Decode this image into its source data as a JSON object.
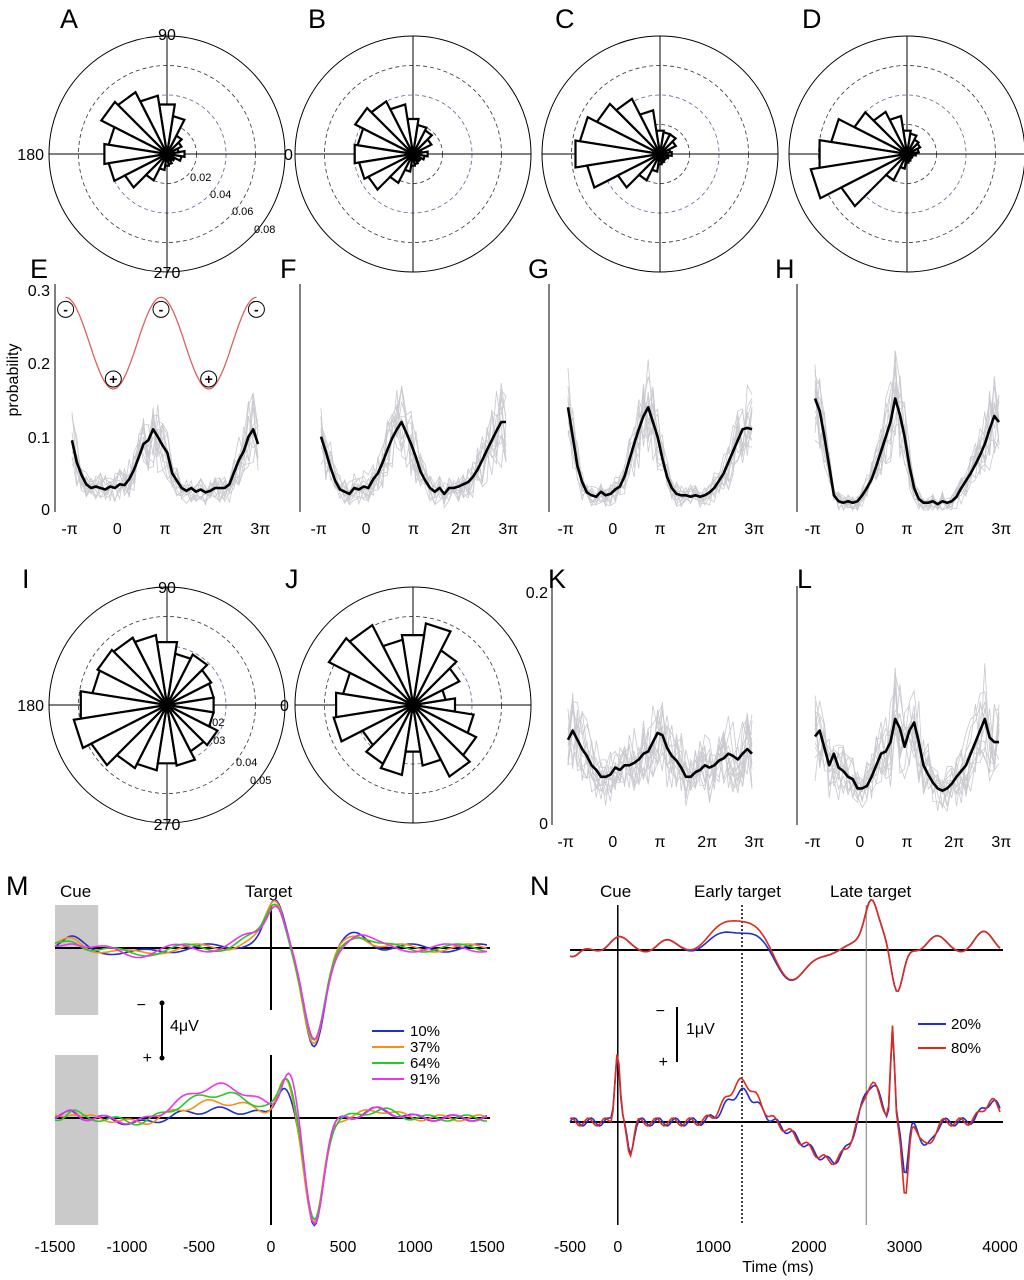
{
  "panel_letters": [
    "A",
    "B",
    "C",
    "D",
    "E",
    "F",
    "G",
    "H",
    "I",
    "J",
    "K",
    "L",
    "M",
    "N"
  ],
  "chart_data": [
    {
      "panel": "A",
      "type": "polar-histogram",
      "angle_labels": [
        "90",
        "180",
        "0",
        "270"
      ],
      "radial_ticks": [
        "0.02",
        "0.04",
        "0.06",
        "0.08"
      ],
      "rlim": [
        0,
        0.08
      ],
      "bins_deg": [
        0,
        18,
        36,
        54,
        72,
        90,
        108,
        126,
        144,
        162,
        180,
        198,
        216,
        234,
        252,
        270,
        288,
        306,
        324,
        342
      ],
      "values": [
        0.012,
        0.008,
        0.011,
        0.014,
        0.026,
        0.034,
        0.04,
        0.047,
        0.05,
        0.04,
        0.043,
        0.04,
        0.032,
        0.02,
        0.011,
        0.008,
        0.007,
        0.005,
        0.006,
        0.01
      ]
    },
    {
      "panel": "B",
      "type": "polar-histogram",
      "rlim": [
        0,
        0.08
      ],
      "bins_deg": [
        0,
        18,
        36,
        54,
        72,
        90,
        108,
        126,
        144,
        162,
        180,
        198,
        216,
        234,
        252,
        270,
        288,
        306,
        324,
        342
      ],
      "values": [
        0.01,
        0.006,
        0.014,
        0.018,
        0.02,
        0.024,
        0.034,
        0.04,
        0.044,
        0.038,
        0.04,
        0.037,
        0.034,
        0.022,
        0.012,
        0.008,
        0.007,
        0.006,
        0.006,
        0.008
      ]
    },
    {
      "panel": "C",
      "type": "polar-histogram",
      "rlim": [
        0,
        0.08
      ],
      "bins_deg": [
        0,
        18,
        36,
        54,
        72,
        90,
        108,
        126,
        144,
        162,
        180,
        198,
        216,
        234,
        252,
        270,
        288,
        306,
        324,
        342
      ],
      "values": [
        0.008,
        0.007,
        0.012,
        0.015,
        0.015,
        0.016,
        0.03,
        0.042,
        0.048,
        0.055,
        0.058,
        0.05,
        0.032,
        0.02,
        0.012,
        0.007,
        0.006,
        0.005,
        0.005,
        0.006
      ]
    },
    {
      "panel": "D",
      "type": "polar-histogram",
      "rlim": [
        0,
        0.08
      ],
      "bins_deg": [
        0,
        18,
        36,
        54,
        72,
        90,
        108,
        126,
        144,
        162,
        180,
        198,
        216,
        234,
        252,
        270,
        288,
        306,
        324,
        342
      ],
      "values": [
        0.006,
        0.008,
        0.01,
        0.011,
        0.014,
        0.016,
        0.026,
        0.032,
        0.04,
        0.052,
        0.06,
        0.066,
        0.05,
        0.02,
        0.01,
        0.006,
        0.005,
        0.004,
        0.004,
        0.004
      ]
    },
    {
      "panel": "E",
      "type": "line",
      "ylabel": "probability",
      "ylim": [
        0,
        0.3
      ],
      "yticks": [
        "0",
        "0.1",
        "0.2",
        "0.3"
      ],
      "xticks": [
        "-π",
        "0",
        "π",
        "2π",
        "3π"
      ],
      "xlim_pi": [
        -1,
        3
      ],
      "x_pi": [
        -0.95,
        -0.85,
        -0.75,
        -0.65,
        -0.55,
        -0.45,
        -0.35,
        -0.25,
        -0.15,
        -0.05,
        0.05,
        0.15,
        0.25,
        0.35,
        0.45,
        0.55,
        0.65,
        0.75,
        0.85,
        0.95,
        1.05,
        1.15,
        1.25,
        1.35,
        1.45,
        1.55,
        1.65,
        1.75,
        1.85,
        1.95,
        2.05,
        2.15,
        2.25,
        2.35,
        2.45,
        2.55,
        2.65,
        2.75,
        2.85,
        2.95
      ],
      "mean": [
        0.095,
        0.065,
        0.048,
        0.035,
        0.03,
        0.032,
        0.03,
        0.028,
        0.032,
        0.03,
        0.035,
        0.034,
        0.042,
        0.055,
        0.072,
        0.09,
        0.095,
        0.11,
        0.1,
        0.088,
        0.078,
        0.05,
        0.04,
        0.03,
        0.026,
        0.03,
        0.025,
        0.028,
        0.024,
        0.026,
        0.03,
        0.03,
        0.03,
        0.035,
        0.052,
        0.068,
        0.08,
        0.1,
        0.11,
        0.09
      ],
      "model_curve": {
        "color": "#e06060",
        "min": 0.165,
        "max": 0.29,
        "signs": [
          "-",
          "+",
          "-",
          "+",
          "-"
        ]
      }
    },
    {
      "panel": "F",
      "type": "line",
      "ylim": [
        0,
        0.3
      ],
      "xticks": [
        "-π",
        "0",
        "π",
        "2π",
        "3π"
      ],
      "xlim_pi": [
        -1,
        3
      ],
      "mean": [
        0.1,
        0.08,
        0.058,
        0.04,
        0.028,
        0.025,
        0.022,
        0.03,
        0.028,
        0.032,
        0.03,
        0.042,
        0.05,
        0.065,
        0.082,
        0.098,
        0.11,
        0.12,
        0.105,
        0.09,
        0.072,
        0.052,
        0.04,
        0.03,
        0.025,
        0.03,
        0.022,
        0.03,
        0.03,
        0.032,
        0.035,
        0.038,
        0.045,
        0.055,
        0.068,
        0.082,
        0.095,
        0.108,
        0.12,
        0.12
      ]
    },
    {
      "panel": "G",
      "type": "line",
      "ylim": [
        0,
        0.3
      ],
      "xticks": [
        "-π",
        "0",
        "π",
        "2π",
        "3π"
      ],
      "xlim_pi": [
        -1,
        3
      ],
      "mean": [
        0.14,
        0.1,
        0.06,
        0.038,
        0.024,
        0.02,
        0.018,
        0.025,
        0.02,
        0.022,
        0.028,
        0.032,
        0.046,
        0.068,
        0.09,
        0.11,
        0.128,
        0.14,
        0.12,
        0.1,
        0.07,
        0.045,
        0.03,
        0.022,
        0.02,
        0.02,
        0.018,
        0.02,
        0.018,
        0.02,
        0.024,
        0.03,
        0.04,
        0.05,
        0.065,
        0.08,
        0.095,
        0.11,
        0.112,
        0.11
      ]
    },
    {
      "panel": "H",
      "type": "line",
      "ylim": [
        0,
        0.3
      ],
      "xticks": [
        "-π",
        "0",
        "π",
        "2π",
        "3π"
      ],
      "xlim_pi": [
        -1,
        3
      ],
      "mean": [
        0.152,
        0.135,
        0.1,
        0.06,
        0.02,
        0.012,
        0.01,
        0.012,
        0.01,
        0.012,
        0.02,
        0.03,
        0.042,
        0.06,
        0.08,
        0.1,
        0.12,
        0.152,
        0.13,
        0.1,
        0.06,
        0.03,
        0.015,
        0.01,
        0.01,
        0.012,
        0.008,
        0.012,
        0.01,
        0.012,
        0.018,
        0.03,
        0.04,
        0.05,
        0.062,
        0.075,
        0.09,
        0.11,
        0.128,
        0.12
      ]
    },
    {
      "panel": "I",
      "type": "polar-histogram",
      "angle_labels": [
        "90",
        "180",
        "0",
        "270"
      ],
      "radial_ticks": [
        "0.02",
        "0.03",
        "0.04",
        "0.05"
      ],
      "rlim": [
        0,
        0.05
      ],
      "bins_deg": [
        0,
        18,
        36,
        54,
        72,
        90,
        108,
        126,
        144,
        162,
        180,
        198,
        216,
        234,
        252,
        270,
        288,
        306,
        324,
        342
      ],
      "values": [
        0.02,
        0.02,
        0.021,
        0.024,
        0.022,
        0.027,
        0.03,
        0.032,
        0.033,
        0.032,
        0.037,
        0.04,
        0.036,
        0.03,
        0.028,
        0.025,
        0.026,
        0.022,
        0.024,
        0.02
      ]
    },
    {
      "panel": "J",
      "type": "polar-histogram",
      "rlim": [
        0,
        0.05
      ],
      "bins_deg": [
        0,
        18,
        36,
        54,
        72,
        90,
        108,
        126,
        144,
        162,
        180,
        198,
        216,
        234,
        252,
        270,
        288,
        306,
        324,
        342
      ],
      "values": [
        0.018,
        0.014,
        0.022,
        0.026,
        0.035,
        0.03,
        0.028,
        0.038,
        0.04,
        0.03,
        0.033,
        0.034,
        0.024,
        0.028,
        0.03,
        0.02,
        0.026,
        0.034,
        0.03,
        0.026
      ]
    },
    {
      "panel": "K",
      "type": "line",
      "ylim": [
        0,
        0.2
      ],
      "yticks": [
        "0",
        "0.2"
      ],
      "xticks": [
        "-π",
        "0",
        "π",
        "2π",
        "3π"
      ],
      "xlim_pi": [
        -1,
        3
      ],
      "mean": [
        0.072,
        0.08,
        0.072,
        0.064,
        0.058,
        0.05,
        0.046,
        0.04,
        0.04,
        0.042,
        0.048,
        0.046,
        0.05,
        0.05,
        0.052,
        0.055,
        0.06,
        0.062,
        0.07,
        0.078,
        0.076,
        0.065,
        0.058,
        0.054,
        0.048,
        0.04,
        0.04,
        0.044,
        0.046,
        0.05,
        0.048,
        0.05,
        0.054,
        0.056,
        0.06,
        0.058,
        0.055,
        0.06,
        0.064,
        0.06
      ]
    },
    {
      "panel": "L",
      "type": "line",
      "ylim": [
        0,
        0.2
      ],
      "xticks": [
        "-π",
        "0",
        "π",
        "2π",
        "3π"
      ],
      "xlim_pi": [
        -1,
        3
      ],
      "mean": [
        0.075,
        0.08,
        0.065,
        0.05,
        0.06,
        0.048,
        0.045,
        0.04,
        0.038,
        0.03,
        0.03,
        0.032,
        0.04,
        0.05,
        0.06,
        0.062,
        0.07,
        0.09,
        0.082,
        0.066,
        0.08,
        0.087,
        0.07,
        0.05,
        0.042,
        0.035,
        0.03,
        0.028,
        0.03,
        0.034,
        0.04,
        0.045,
        0.05,
        0.06,
        0.07,
        0.08,
        0.09,
        0.074,
        0.07,
        0.07
      ]
    },
    {
      "panel": "M",
      "type": "line",
      "xticks": [
        "-1500",
        "-1000",
        "-500",
        "0",
        "500",
        "1000",
        "1500"
      ],
      "xlim": [
        -1500,
        1500
      ],
      "annotations": [
        "Cue",
        "Target"
      ],
      "scale_bar": {
        "label": "4μV",
        "neg": "−",
        "pos": "+"
      },
      "series": [
        {
          "name": "10%",
          "color": "#1f2fd0"
        },
        {
          "name": "37%",
          "color": "#ff8c1a"
        },
        {
          "name": "64%",
          "color": "#22cc22"
        },
        {
          "name": "91%",
          "color": "#ee33ee"
        }
      ]
    },
    {
      "panel": "N",
      "type": "line",
      "xticks": [
        "-500",
        "0",
        "1000",
        "2000",
        "3000",
        "4000"
      ],
      "xlim": [
        -500,
        4000
      ],
      "xlabel": "Time (ms)",
      "annotations": [
        "Cue",
        "Early target",
        "Late target"
      ],
      "scale_bar": {
        "label": "1μV",
        "neg": "−",
        "pos": "+"
      },
      "series": [
        {
          "name": "20%",
          "color": "#1f2fd0"
        },
        {
          "name": "80%",
          "color": "#e02a1a"
        }
      ]
    }
  ]
}
